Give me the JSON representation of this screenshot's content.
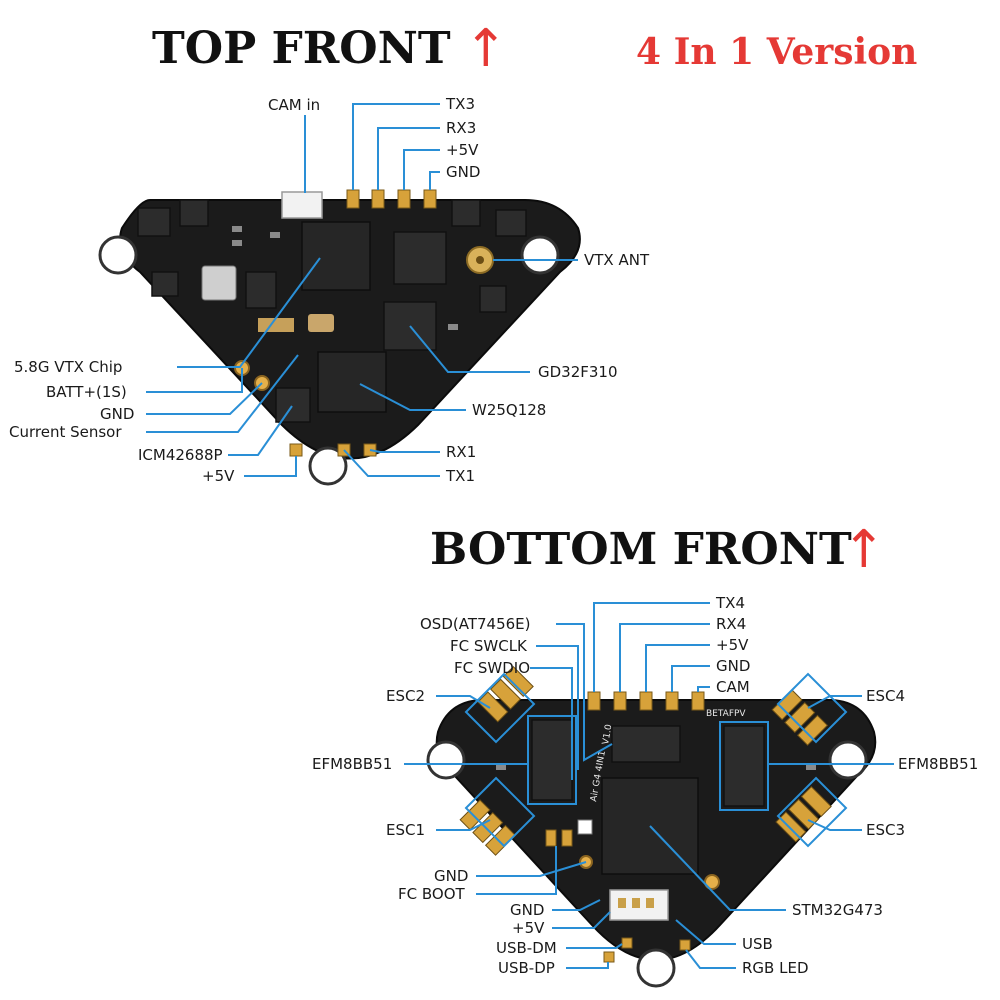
{
  "headings": {
    "top": "TOP FRONT",
    "bottom": "BOTTOM FRONT",
    "arrow": "↑",
    "version": "4 In 1 Version"
  },
  "colors": {
    "heading": "#111111",
    "accent_red": "#e53935",
    "leader_blue": "#2a8fd6",
    "board": "#1b1b1b",
    "pad_gold": "#d7a23a"
  },
  "top_labels": {
    "cam_in": "CAM in",
    "tx3": "TX3",
    "rx3": "RX3",
    "v5_top": "+5V",
    "gnd_top": "GND",
    "vtx_ant": "VTX ANT",
    "vtx_chip": "5.8G VTX Chip",
    "batt": "BATT+(1S)",
    "gnd_left": "GND",
    "current_sensor": "Current Sensor",
    "imu": "ICM42688P",
    "v5_bottom": "+5V",
    "mcu": "GD32F310",
    "flash": "W25Q128",
    "rx1": "RX1",
    "tx1": "TX1"
  },
  "bottom_labels": {
    "tx4": "TX4",
    "rx4": "RX4",
    "v5": "+5V",
    "gnd": "GND",
    "cam": "CAM",
    "osd": "OSD(AT7456E)",
    "swclk": "FC SWCLK",
    "swdio": "FC SWDIO",
    "esc2": "ESC2",
    "esc4": "ESC4",
    "efm_left": "EFM8BB51",
    "efm_right": "EFM8BB51",
    "esc1": "ESC1",
    "esc3": "ESC3",
    "gnd_boot": "GND",
    "fc_boot": "FC BOOT",
    "mcu": "STM32G473",
    "gnd_usb": "GND",
    "v5_usb": "+5V",
    "usb_dm": "USB-DM",
    "usb_dp": "USB-DP",
    "usb": "USB",
    "rgb_led": "RGB LED"
  },
  "silkscreen": {
    "brand": "BETAFPV",
    "model": "Air G4 4IN1",
    "version": "V1.0"
  }
}
